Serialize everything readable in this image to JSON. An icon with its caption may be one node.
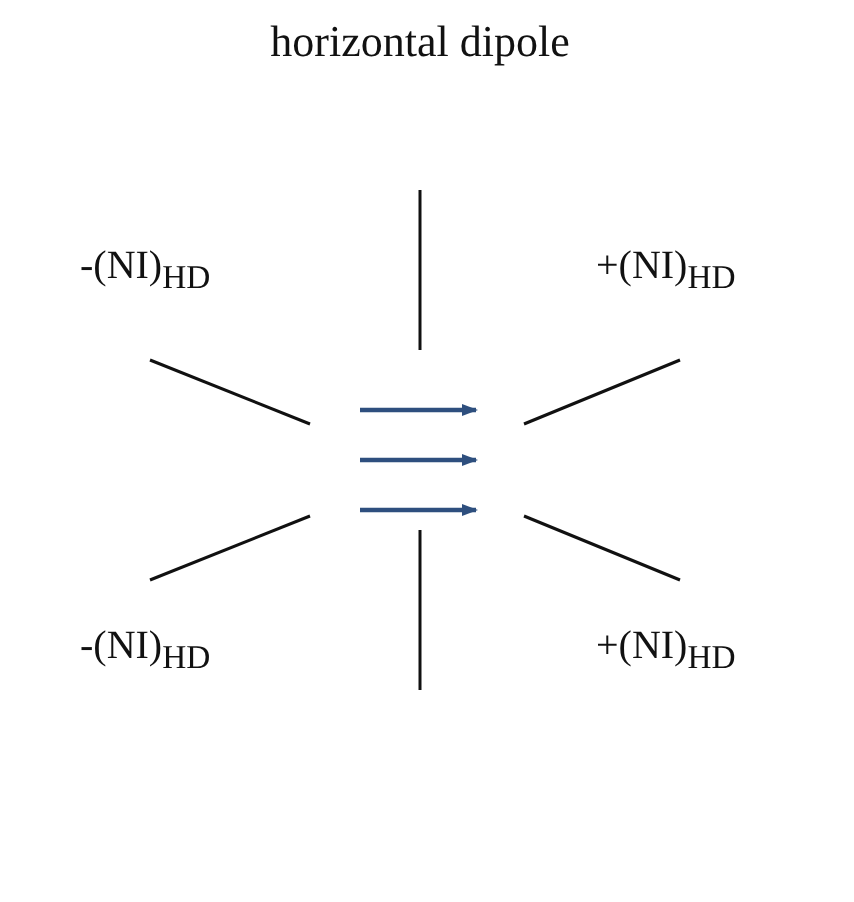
{
  "diagram": {
    "title": "horizontal dipole",
    "labels": [
      "-(NI)$_{HD}$",
      "+(NI)$_{HD}$",
      "-(NI)$_{HD}$",
      "+(NI)$_{HD}$"
    ]
  }
}
